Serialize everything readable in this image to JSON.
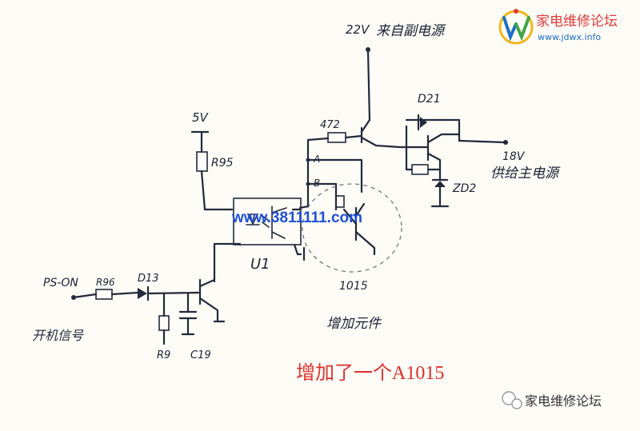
{
  "logo": {
    "cn_name": "家电维修论坛",
    "url": "www.jdwx.info",
    "colors": {
      "blue": "#1f6fc5",
      "red": "#e23a3a",
      "green": "#41a647",
      "yellow": "#f2b61a"
    }
  },
  "watermark": {
    "text": "www.3811111.com",
    "color": "#1f4fd8"
  },
  "labels": {
    "v22": "22V",
    "from_aux": "来自副电源",
    "v5": "5V",
    "r95": "R95",
    "r472": "472",
    "d21": "D21",
    "v18": "18V",
    "point_a": "A",
    "point_b": "B",
    "zd2": "ZD2",
    "supply_main": "供给主电源",
    "ps_on": "PS-ON",
    "r96": "R96",
    "d13": "D13",
    "u1": "U1",
    "q1015": "1015",
    "add_part": "增加元件",
    "power_on_signal": "开机信号",
    "r9": "R9",
    "c19": "C19"
  },
  "caption": {
    "text": "增加了一个A1015",
    "color": "#e0302a"
  },
  "footer": {
    "text": "家电维修论坛"
  }
}
